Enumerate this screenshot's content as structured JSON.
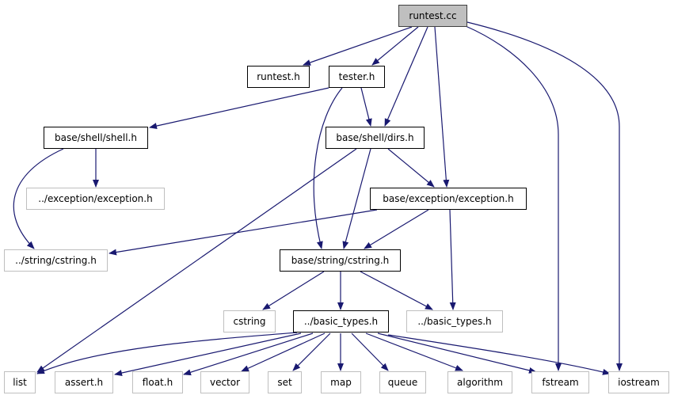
{
  "colors": {
    "edge": "#191970",
    "root_fill": "#bfbfbf",
    "root_border": "#404040",
    "documented_border": "#000000",
    "external_border": "#bfbfbf"
  },
  "nodes": [
    {
      "id": "runtest_cc",
      "label": "runtest.cc",
      "kind": "root"
    },
    {
      "id": "runtest_h",
      "label": "runtest.h",
      "kind": "documented"
    },
    {
      "id": "tester_h",
      "label": "tester.h",
      "kind": "documented"
    },
    {
      "id": "shell_h",
      "label": "base/shell/shell.h",
      "kind": "documented"
    },
    {
      "id": "dirs_h",
      "label": "base/shell/dirs.h",
      "kind": "documented"
    },
    {
      "id": "rel_exception_h",
      "label": "../exception/exception.h",
      "kind": "external"
    },
    {
      "id": "exception_h",
      "label": "base/exception/exception.h",
      "kind": "documented"
    },
    {
      "id": "rel_cstring_h",
      "label": "../string/cstring.h",
      "kind": "external"
    },
    {
      "id": "cstring_h",
      "label": "base/string/cstring.h",
      "kind": "documented"
    },
    {
      "id": "cstring",
      "label": "cstring",
      "kind": "external"
    },
    {
      "id": "basic_types_h",
      "label": "../basic_types.h",
      "kind": "documented"
    },
    {
      "id": "basic_types_h_ext",
      "label": "../basic_types.h",
      "kind": "external"
    },
    {
      "id": "list",
      "label": "list",
      "kind": "external"
    },
    {
      "id": "assert_h",
      "label": "assert.h",
      "kind": "external"
    },
    {
      "id": "float_h",
      "label": "float.h",
      "kind": "external"
    },
    {
      "id": "vector",
      "label": "vector",
      "kind": "external"
    },
    {
      "id": "set",
      "label": "set",
      "kind": "external"
    },
    {
      "id": "map",
      "label": "map",
      "kind": "external"
    },
    {
      "id": "queue",
      "label": "queue",
      "kind": "external"
    },
    {
      "id": "algorithm",
      "label": "algorithm",
      "kind": "external"
    },
    {
      "id": "fstream",
      "label": "fstream",
      "kind": "external"
    },
    {
      "id": "iostream",
      "label": "iostream",
      "kind": "external"
    }
  ],
  "edges": [
    {
      "from": "runtest_cc",
      "to": "runtest_h"
    },
    {
      "from": "runtest_cc",
      "to": "tester_h"
    },
    {
      "from": "runtest_cc",
      "to": "dirs_h"
    },
    {
      "from": "runtest_cc",
      "to": "exception_h"
    },
    {
      "from": "runtest_cc",
      "to": "fstream"
    },
    {
      "from": "runtest_cc",
      "to": "iostream"
    },
    {
      "from": "tester_h",
      "to": "shell_h"
    },
    {
      "from": "tester_h",
      "to": "dirs_h"
    },
    {
      "from": "tester_h",
      "to": "cstring_h"
    },
    {
      "from": "shell_h",
      "to": "rel_exception_h"
    },
    {
      "from": "shell_h",
      "to": "rel_cstring_h"
    },
    {
      "from": "dirs_h",
      "to": "exception_h"
    },
    {
      "from": "dirs_h",
      "to": "cstring_h"
    },
    {
      "from": "dirs_h",
      "to": "list"
    },
    {
      "from": "exception_h",
      "to": "rel_cstring_h"
    },
    {
      "from": "exception_h",
      "to": "cstring_h"
    },
    {
      "from": "exception_h",
      "to": "basic_types_h_ext"
    },
    {
      "from": "cstring_h",
      "to": "cstring"
    },
    {
      "from": "cstring_h",
      "to": "basic_types_h"
    },
    {
      "from": "cstring_h",
      "to": "basic_types_h_ext"
    },
    {
      "from": "basic_types_h",
      "to": "list"
    },
    {
      "from": "basic_types_h",
      "to": "assert_h"
    },
    {
      "from": "basic_types_h",
      "to": "float_h"
    },
    {
      "from": "basic_types_h",
      "to": "vector"
    },
    {
      "from": "basic_types_h",
      "to": "set"
    },
    {
      "from": "basic_types_h",
      "to": "map"
    },
    {
      "from": "basic_types_h",
      "to": "queue"
    },
    {
      "from": "basic_types_h",
      "to": "algorithm"
    },
    {
      "from": "basic_types_h",
      "to": "fstream"
    },
    {
      "from": "basic_types_h",
      "to": "iostream"
    }
  ]
}
